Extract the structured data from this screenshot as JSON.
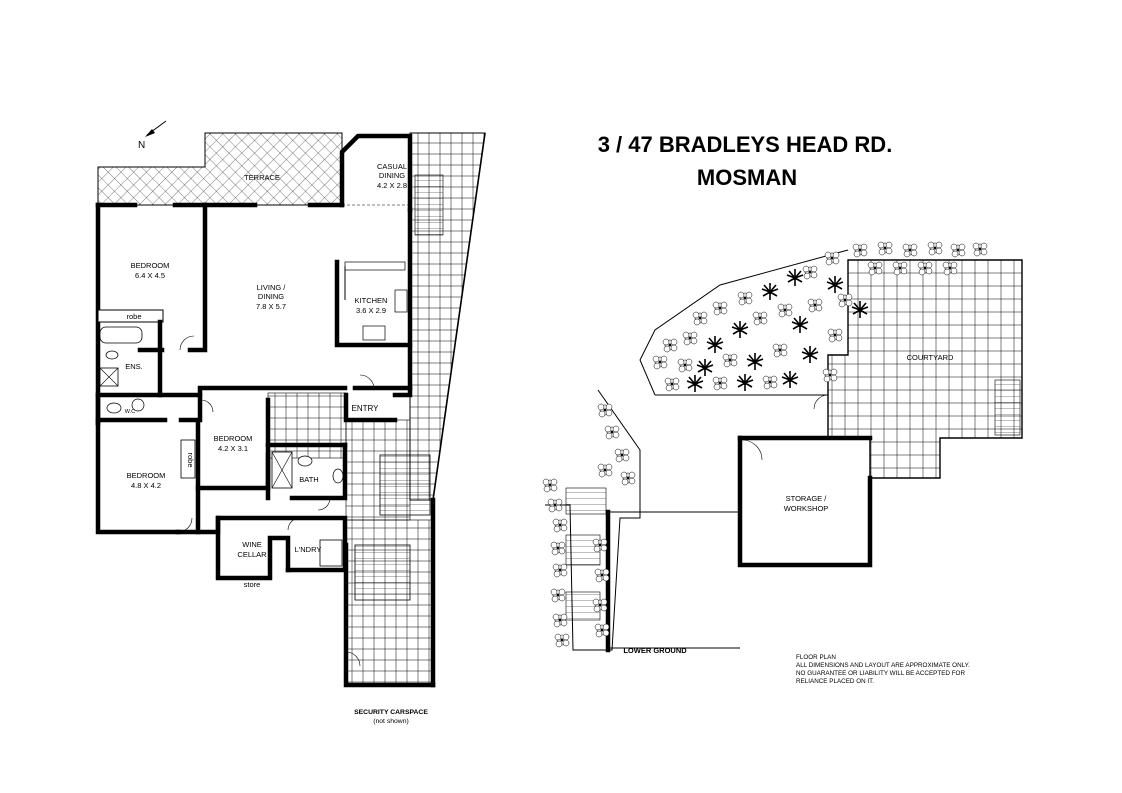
{
  "title": {
    "line1": "3 / 47 BRADLEYS HEAD RD.",
    "line2": "MOSMAN"
  },
  "compass": {
    "label": "N"
  },
  "main_floor": {
    "rooms": [
      {
        "id": "terrace",
        "name": "TERRACE",
        "dims": ""
      },
      {
        "id": "casual-dining",
        "name": "CASUAL",
        "name2": "DINING",
        "dims": "4.2 X 2.8"
      },
      {
        "id": "bedroom-1",
        "name": "BEDROOM",
        "dims": "6.4 X 4.5"
      },
      {
        "id": "living-dining",
        "name": "LIVING /",
        "name2": "DINING",
        "dims": "7.8 X 5.7"
      },
      {
        "id": "kitchen",
        "name": "KITCHEN",
        "dims": "3.6 X 2.9"
      },
      {
        "id": "robe-1",
        "name": "robe",
        "dims": ""
      },
      {
        "id": "ensuite",
        "name": "ENS.",
        "dims": ""
      },
      {
        "id": "wc",
        "name": "W.C",
        "dims": ""
      },
      {
        "id": "entry",
        "name": "ENTRY",
        "dims": ""
      },
      {
        "id": "bedroom-2",
        "name": "BEDROOM",
        "dims": "4.2 X 3.1"
      },
      {
        "id": "robe-2",
        "name": "robe",
        "dims": ""
      },
      {
        "id": "bedroom-3",
        "name": "BEDROOM",
        "dims": "4.8 X 4.2"
      },
      {
        "id": "bath",
        "name": "BATH",
        "dims": ""
      },
      {
        "id": "wine-cellar",
        "name": "WINE",
        "name2": "CELLAR",
        "dims": ""
      },
      {
        "id": "laundry",
        "name": "L'NDRY",
        "dims": ""
      },
      {
        "id": "store",
        "name": "store",
        "dims": ""
      }
    ],
    "carspace": {
      "line1": "SECURITY CARSPACE",
      "line2": "(not shown)"
    }
  },
  "lower_ground": {
    "label": "LOWER GROUND",
    "rooms": [
      {
        "id": "courtyard",
        "name": "COURTYARD"
      },
      {
        "id": "storage-workshop",
        "name": "STORAGE /",
        "name2": "WORKSHOP"
      }
    ]
  },
  "disclaimer": {
    "line1": "FLOOR PLAN",
    "line2": "ALL DIMENSIONS AND LAYOUT ARE APPROXIMATE ONLY.",
    "line3": "NO GUARANTEE OR LIABILITY WILL BE ACCEPTED FOR",
    "line4": "RELIANCE PLACED ON IT."
  },
  "colors": {
    "line": "#000000",
    "background": "#ffffff"
  }
}
